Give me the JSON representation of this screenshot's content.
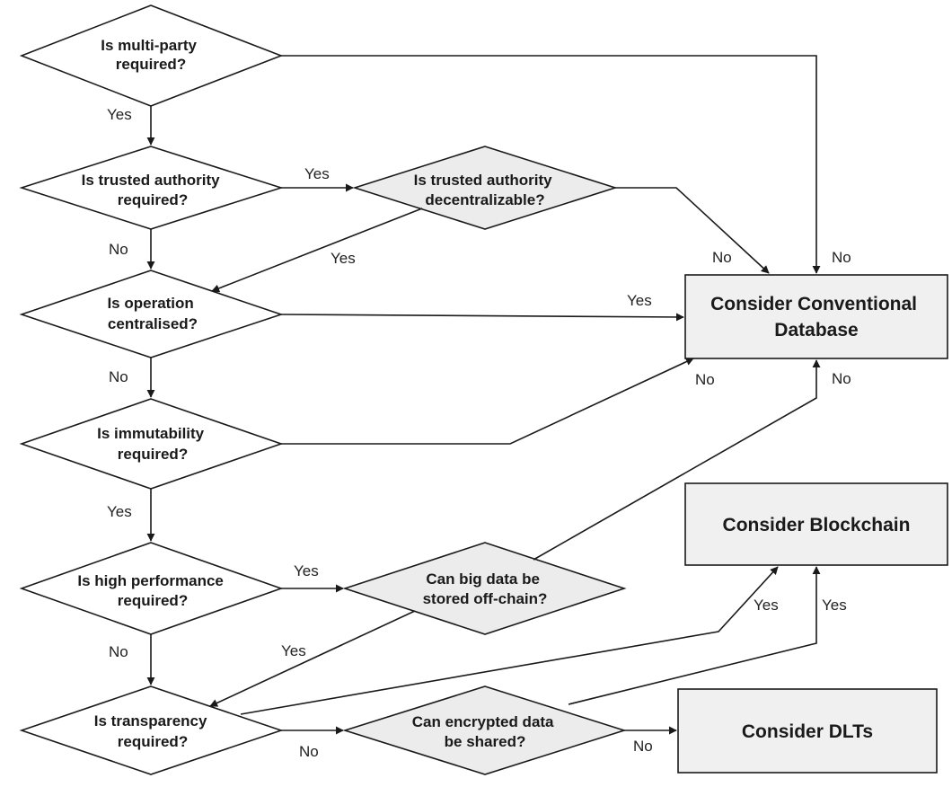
{
  "colors": {
    "stroke": "#1a1a1a",
    "diamond_white": "#ffffff",
    "diamond_shaded": "#ececec",
    "box_fill": "#f0f0f0"
  },
  "decisions": {
    "multi_party": [
      "Is multi-party",
      "required?"
    ],
    "trusted_authority": [
      "Is trusted authority",
      "required?"
    ],
    "decentralizable": [
      "Is trusted authority",
      "decentralizable?"
    ],
    "operation_centralised": [
      "Is operation",
      "centralised?"
    ],
    "immutability": [
      "Is immutability",
      "required?"
    ],
    "high_performance": [
      "Is high performance",
      "required?"
    ],
    "big_data_offchain": [
      "Can big data be",
      "stored off-chain?"
    ],
    "transparency": [
      "Is transparency",
      "required?"
    ],
    "encrypted_shared": [
      "Can encrypted data",
      "be shared?"
    ]
  },
  "outcomes": {
    "conventional_database": [
      "Consider Conventional",
      "Database"
    ],
    "blockchain": [
      "Consider Blockchain"
    ],
    "dlts": [
      "Consider DLTs"
    ]
  },
  "edge_labels": {
    "multi_party_yes": "Yes",
    "multi_party_no": "No",
    "trusted_yes": "Yes",
    "trusted_no": "No",
    "decentralizable_yes": "Yes",
    "decentralizable_no": "No",
    "centralised_yes": "Yes",
    "centralised_no": "No",
    "immutability_yes": "Yes",
    "immutability_no": "No",
    "performance_yes": "Yes",
    "performance_no": "No",
    "bigdata_yes": "Yes",
    "bigdata_no": "No",
    "transparency_yes": "Yes",
    "transparency_no": "No",
    "encrypted_yes": "Yes",
    "encrypted_no": "No"
  }
}
